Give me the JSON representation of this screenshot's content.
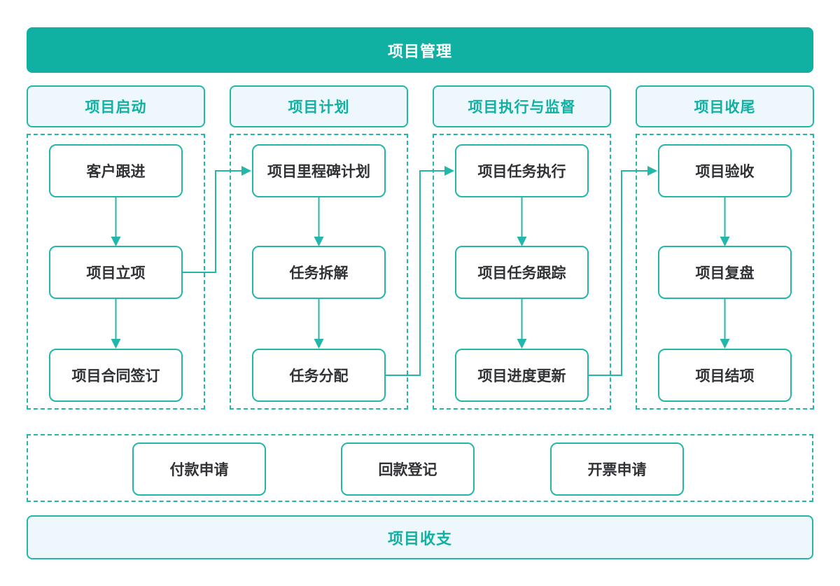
{
  "title_banner": {
    "label": "项目管理"
  },
  "columns": [
    {
      "title": "项目启动",
      "nodes": [
        "客户跟进",
        "项目立项",
        "项目合同签订"
      ]
    },
    {
      "title": "项目计划",
      "nodes": [
        "项目里程碑计划",
        "任务拆解",
        "任务分配"
      ]
    },
    {
      "title": "项目执行与监督",
      "nodes": [
        "项目任务执行",
        "项目任务跟踪",
        "项目进度更新"
      ]
    },
    {
      "title": "项目收尾",
      "nodes": [
        "项目验收",
        "项目复盘",
        "项目结项"
      ]
    }
  ],
  "flow_connections": [
    "客户跟进→项目立项",
    "项目立项→项目合同签订",
    "项目立项→项目里程碑计划",
    "项目里程碑计划→任务拆解",
    "任务拆解→任务分配",
    "任务分配→项目任务执行",
    "项目任务执行→项目任务跟踪",
    "项目任务跟踪→项目进度更新",
    "项目进度更新→项目验收",
    "项目验收→项目复盘",
    "项目复盘→项目结项"
  ],
  "finance_section": {
    "nodes": [
      "付款申请",
      "回款登记",
      "开票申请"
    ]
  },
  "footer_banner": {
    "label": "项目收支"
  },
  "colors": {
    "teal_fill": "#10b1a3",
    "teal_line": "#22b7a9",
    "light_bg": "#eef7fb",
    "text_dark": "#303236"
  }
}
